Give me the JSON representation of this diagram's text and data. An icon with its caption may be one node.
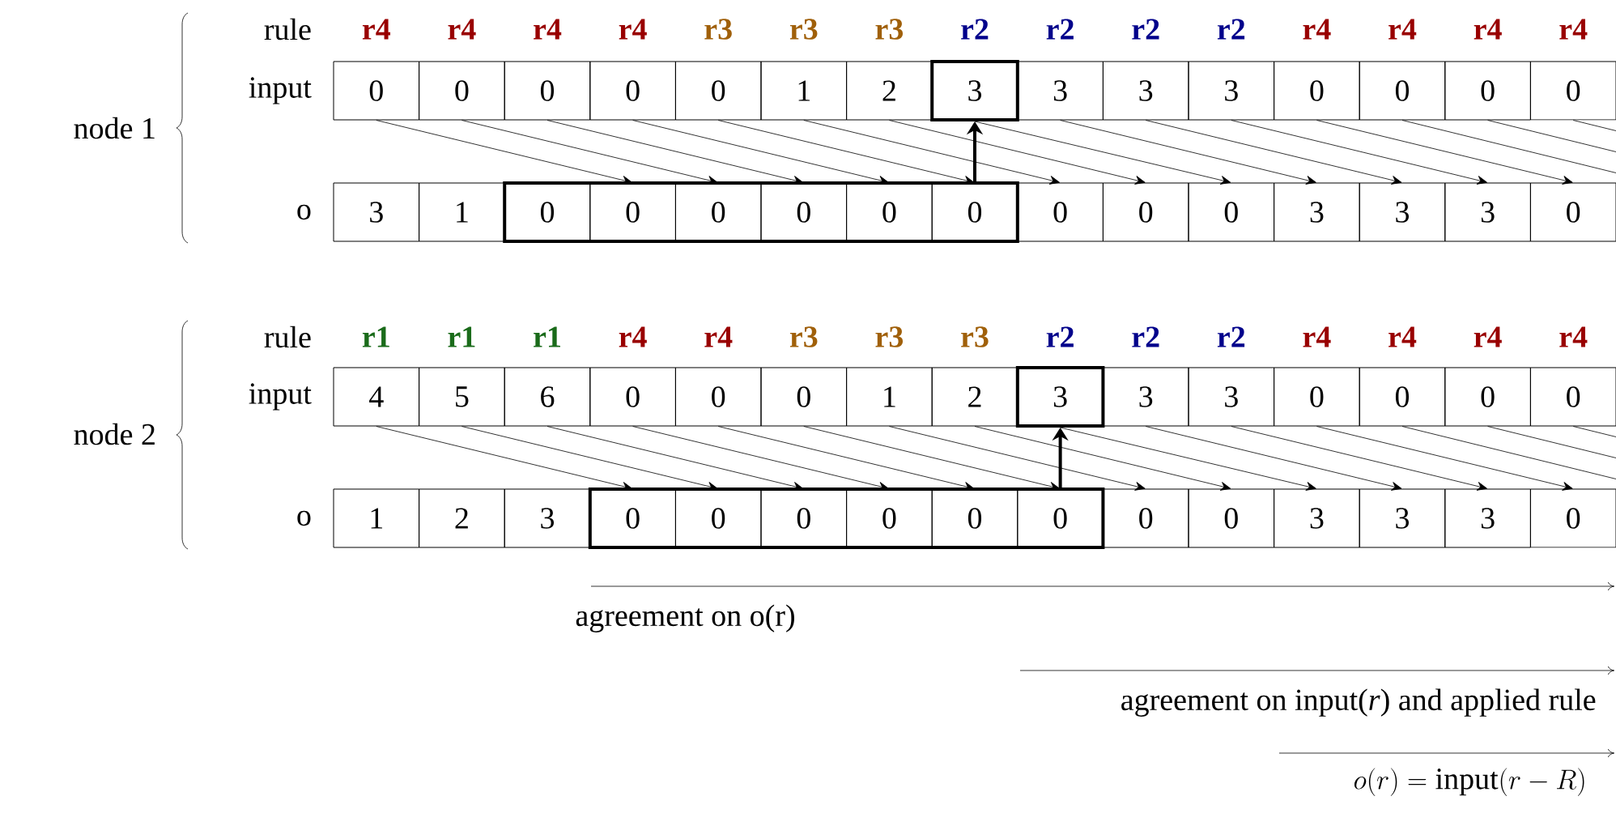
{
  "diagram": {
    "nodes": [
      {
        "text": [
          "0"
        ]
      },
      {
        "text": [
          "0"
        ]
      },
      {
        "text": [
          "0"
        ]
      },
      {
        "text": [
          "0"
        ]
      },
      {
        "text": [
          "0"
        ]
      },
      {
        "text": [
          "1"
        ]
      },
      {
        "text": [
          "2"
        ]
      },
      {
        "text": [
          "3"
        ]
      },
      {
        "text": [
          "3"
        ]
      },
      {
        "text": [
          "3"
        ]
      },
      {
        "text": [
          "3"
        ]
      },
      {
        "text": [
          "0"
        ]
      },
      {
        "text": [
          "0"
        ]
      },
      {
        "text": [
          "0"
        ]
      },
      {
        "text": [
          "0"
        ]
      },
      {
        "text": [
          "3"
        ]
      },
      {
        "text": [
          "1"
        ]
      },
      {
        "text": [
          "0"
        ]
      },
      {
        "text": [
          "0"
        ]
      },
      {
        "text": [
          "0"
        ]
      },
      {
        "text": [
          "0"
        ]
      },
      {
        "text": [
          "0"
        ]
      },
      {
        "text": [
          "0"
        ]
      },
      {
        "text": [
          "0"
        ]
      },
      {
        "text": [
          "0"
        ]
      },
      {
        "text": [
          "0"
        ]
      },
      {
        "text": [
          "3"
        ]
      },
      {
        "text": [
          "3"
        ]
      },
      {
        "text": [
          "3"
        ]
      },
      {
        "text": [
          "0"
        ]
      },
      {
        "text": [
          "4"
        ]
      },
      {
        "text": [
          "5"
        ]
      },
      {
        "text": [
          "6"
        ]
      },
      {
        "text": [
          "0"
        ]
      },
      {
        "text": [
          "0"
        ]
      },
      {
        "text": [
          "0"
        ]
      },
      {
        "text": [
          "1"
        ]
      },
      {
        "text": [
          "2"
        ]
      },
      {
        "text": [
          "3"
        ]
      },
      {
        "text": [
          "3"
        ]
      },
      {
        "text": [
          "3"
        ]
      },
      {
        "text": [
          "0"
        ]
      },
      {
        "text": [
          "0"
        ]
      },
      {
        "text": [
          "0"
        ]
      },
      {
        "text": [
          "0"
        ]
      },
      {
        "text": [
          "1"
        ]
      },
      {
        "text": [
          "2"
        ]
      },
      {
        "text": [
          "3"
        ]
      },
      {
        "text": [
          "0"
        ]
      },
      {
        "text": [
          "0"
        ]
      },
      {
        "text": [
          "0"
        ]
      },
      {
        "text": [
          "0"
        ]
      },
      {
        "text": [
          "0"
        ]
      },
      {
        "text": [
          "0"
        ]
      },
      {
        "text": [
          "0"
        ]
      },
      {
        "text": [
          "0"
        ]
      },
      {
        "text": [
          "3"
        ]
      },
      {
        "text": [
          "3"
        ]
      },
      {
        "text": [
          "3"
        ]
      },
      {
        "text": [
          "0"
        ]
      }
    ],
    "edges": [
      {
        "from": 0,
        "to": 18,
        "arrow": "to"
      },
      {
        "from": 1,
        "to": 19,
        "arrow": "to"
      },
      {
        "from": 2,
        "to": 20,
        "arrow": "to"
      },
      {
        "from": 3,
        "to": 21,
        "arrow": "to"
      },
      {
        "from": 4,
        "to": 22,
        "arrow": "to"
      },
      {
        "from": 5,
        "to": 23,
        "arrow": "to"
      },
      {
        "from": 6,
        "to": 24,
        "arrow": "to"
      },
      {
        "from": 7,
        "to": 25,
        "arrow": "to"
      },
      {
        "from": 8,
        "to": 26,
        "arrow": "to"
      },
      {
        "from": 9,
        "to": 27,
        "arrow": "to"
      },
      {
        "from": 10,
        "to": 28,
        "arrow": "to"
      },
      {
        "from": 11,
        "to": 29,
        "arrow": "to"
      },
      {
        "from": 12,
        "to": null,
        "arrow": "none"
      },
      {
        "from": 13,
        "to": null,
        "arrow": "none"
      },
      {
        "from": 14,
        "to": null,
        "arrow": "none"
      },
      {
        "from": 22,
        "to": 7,
        "arrow": "to",
        "style": "thick"
      },
      {
        "from": 30,
        "to": 48,
        "arrow": "to"
      },
      {
        "from": 31,
        "to": 49,
        "arrow": "to"
      },
      {
        "from": 32,
        "to": 50,
        "arrow": "to"
      },
      {
        "from": 33,
        "to": 51,
        "arrow": "to"
      },
      {
        "from": 34,
        "to": 52,
        "arrow": "to"
      },
      {
        "from": 35,
        "to": 53,
        "arrow": "to"
      },
      {
        "from": 36,
        "to": 54,
        "arrow": "to"
      },
      {
        "from": 37,
        "to": 55,
        "arrow": "to"
      },
      {
        "from": 38,
        "to": 56,
        "arrow": "to"
      },
      {
        "from": 39,
        "to": 57,
        "arrow": "to"
      },
      {
        "from": 40,
        "to": 58,
        "arrow": "to"
      },
      {
        "from": 41,
        "to": 59,
        "arrow": "to"
      },
      {
        "from": 42,
        "to": null,
        "arrow": "none"
      },
      {
        "from": 43,
        "to": null,
        "arrow": "none"
      },
      {
        "from": 44,
        "to": null,
        "arrow": "none"
      },
      {
        "from": 53,
        "to": 38,
        "arrow": "to",
        "style": "thick"
      }
    ],
    "labels": [
      "rule",
      "r4",
      "r4",
      "r4",
      "r4",
      "r3",
      "r3",
      "r3",
      "r2",
      "r2",
      "r2",
      "r2",
      "r4",
      "r4",
      "r4",
      "r4",
      "input",
      "node 1",
      "o",
      "rule",
      "r1",
      "r1",
      "r1",
      "r4",
      "r4",
      "r3",
      "r3",
      "r3",
      "r2",
      "r2",
      "r2",
      "r4",
      "r4",
      "r4",
      "r4",
      "input",
      "node 2",
      "o",
      "agreement on o(r)",
      "agreement on input(*r*) and applied rule",
      "o(r) = \\mathrm{input}(r - R)"
    ]
  }
}
